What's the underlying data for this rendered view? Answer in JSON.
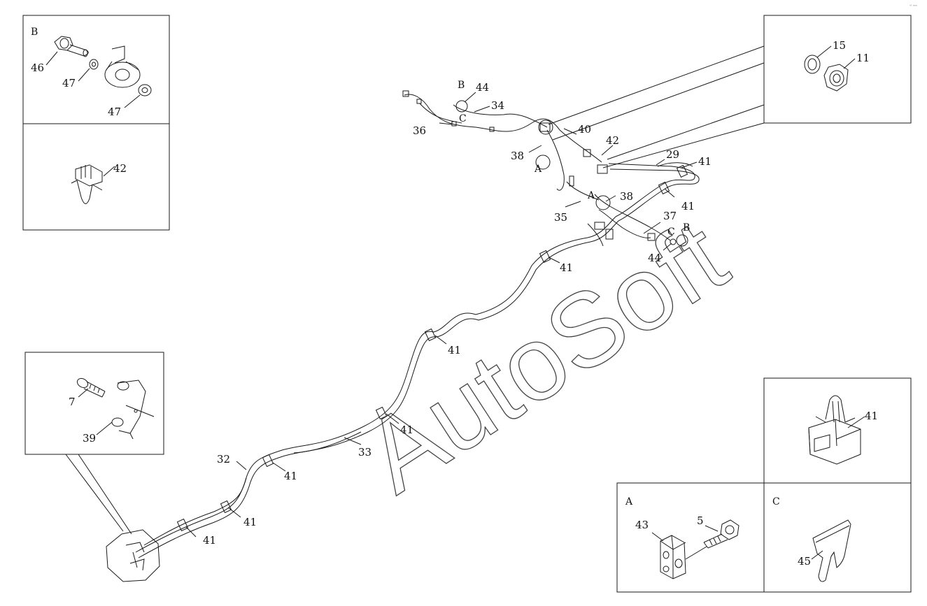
{
  "watermark": "AutoSoft",
  "corner_mark": "ᵉᶠ ᵐᵐ",
  "colors": {
    "line": "#1a1a1a",
    "paper": "#ffffff"
  },
  "insets": {
    "b": {
      "letter": "B",
      "labels": [
        "46",
        "47",
        "47"
      ]
    },
    "clip42": {
      "labels": [
        "42"
      ]
    },
    "nut": {
      "labels": [
        "15",
        "11"
      ]
    },
    "bracket": {
      "labels": [
        "7",
        "39"
      ]
    },
    "clip41": {
      "labels": [
        "41"
      ]
    },
    "a": {
      "letter": "A",
      "labels": [
        "43",
        "5"
      ]
    },
    "c": {
      "letter": "C",
      "labels": [
        "45"
      ]
    }
  },
  "main": {
    "callouts": {
      "top": [
        "B",
        "44",
        "C",
        "34",
        "36",
        "40",
        "38",
        "A",
        "42",
        "29",
        "41",
        "41",
        "A",
        "38",
        "35",
        "37",
        "C",
        "B",
        "44",
        "41"
      ],
      "bottom": [
        "41",
        "41",
        "33",
        "32",
        "41",
        "41",
        "41"
      ]
    }
  }
}
